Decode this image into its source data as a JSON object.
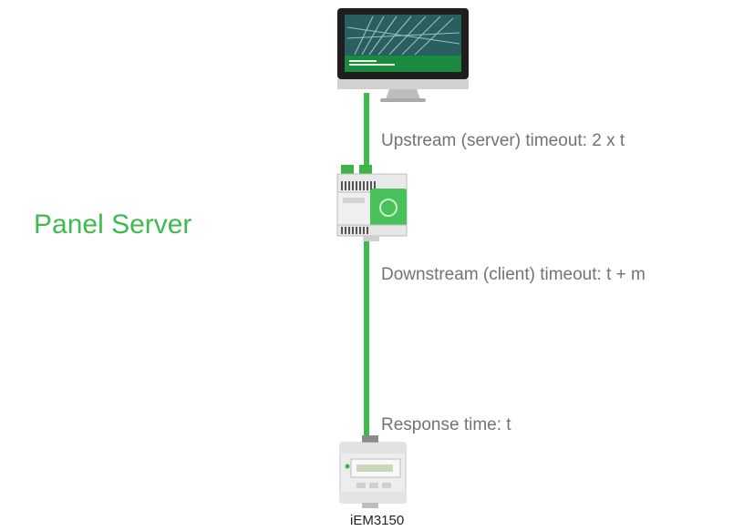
{
  "title": "Panel Server",
  "colors": {
    "accent": "#3dbb4c",
    "label": "#737373",
    "monitor_bezel": "#1e1e1e"
  },
  "links": {
    "upstream_label": "Upstream (server) timeout: 2 x t",
    "downstream_label": "Downstream (client) timeout: t + m",
    "response_label": "Response time: t"
  },
  "devices": {
    "monitor": {
      "name": "monitor-with-power-monitoring-screen"
    },
    "panel_server": {
      "name": "panel-server-gateway-device"
    },
    "meter": {
      "name": "iEM3150-energy-meter",
      "caption": "iEM3150"
    }
  }
}
